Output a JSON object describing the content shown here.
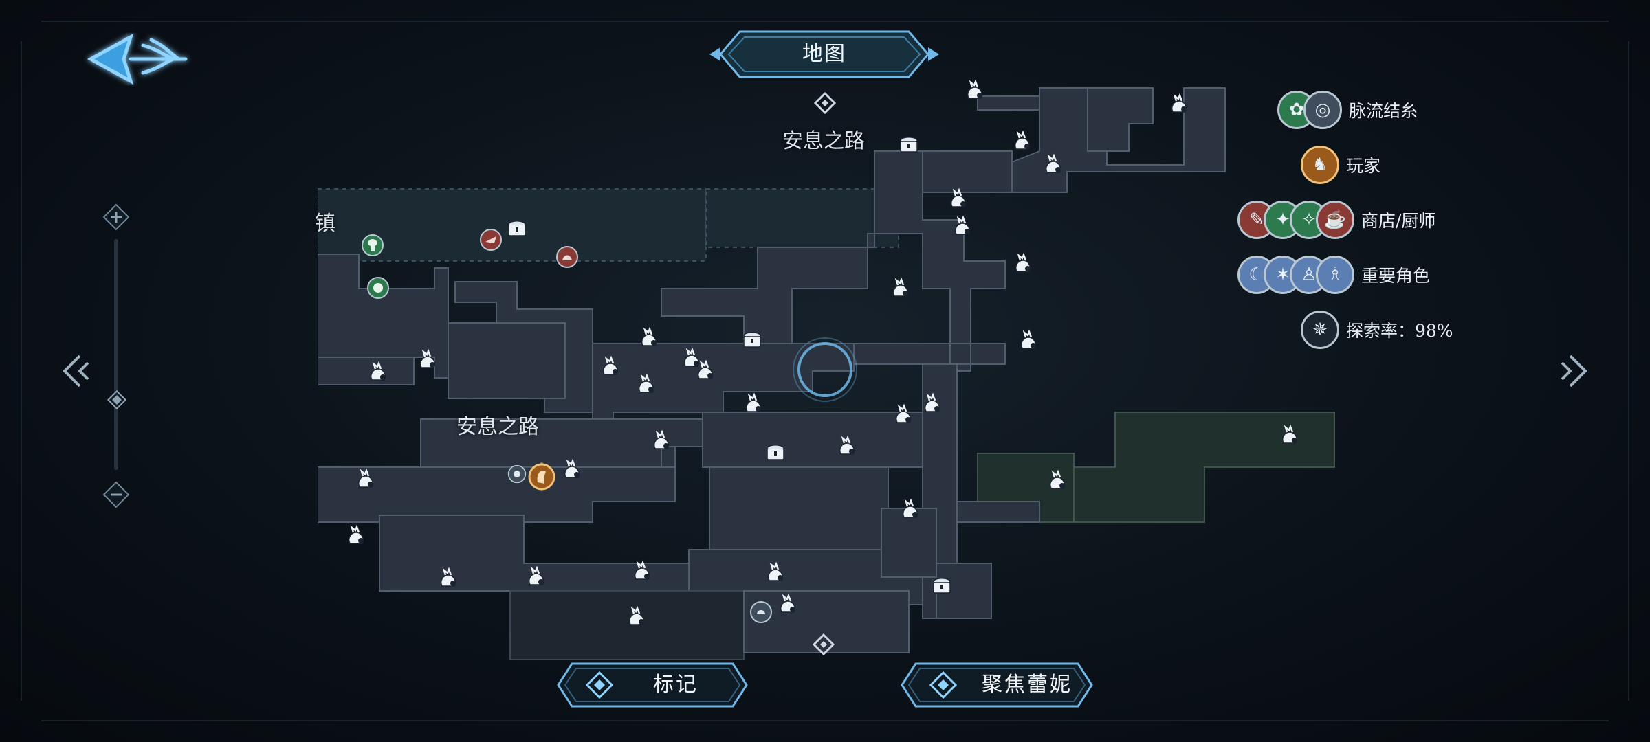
{
  "header": {
    "title": "地图"
  },
  "map": {
    "region_labels": [
      "安息之路",
      "安息之路",
      "镇"
    ],
    "icons": {
      "item": "bag-icon",
      "chest": "chest-icon",
      "player": "player-icon",
      "focus": "focus-ring-icon"
    }
  },
  "legend": {
    "items": [
      {
        "label": "脉流结糸",
        "icon": "vein-node-icon"
      },
      {
        "label": "玩家",
        "icon": "player-icon"
      },
      {
        "label": "商店/厨师",
        "icon": "shop-icon"
      },
      {
        "label": "重要角色",
        "icon": "key-character-icon"
      }
    ],
    "exploration": "探索率：98%"
  },
  "buttons": {
    "mark": "标记",
    "focus": "聚焦蕾妮"
  },
  "colors": {
    "accent": "#6fb8e8",
    "player": "#d48a2a",
    "vein": "#3aa06a",
    "shop": "#8a3a34",
    "key_character": "#5c7fb3"
  }
}
